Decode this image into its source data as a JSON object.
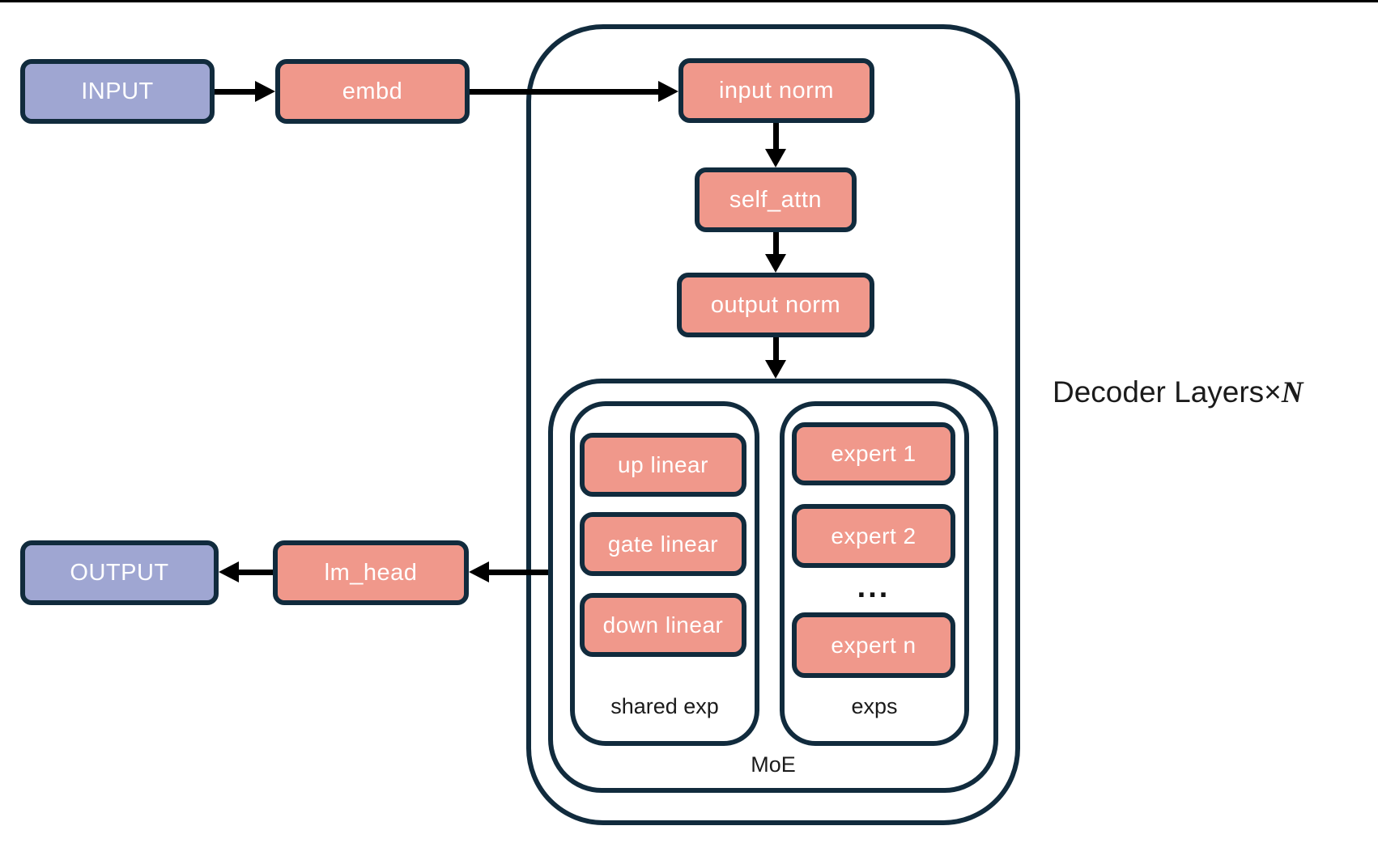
{
  "diagram": {
    "decoder_label_prefix": "Decoder Layers×",
    "decoder_label_n": "N",
    "nodes": {
      "input": {
        "label": "INPUT"
      },
      "embd": {
        "label": "embd"
      },
      "input_norm": {
        "label": "input norm"
      },
      "self_attn": {
        "label": "self_attn"
      },
      "output_norm": {
        "label": "output norm"
      },
      "up_linear": {
        "label": "up linear"
      },
      "gate_linear": {
        "label": "gate linear"
      },
      "down_linear": {
        "label": "down linear"
      },
      "expert_1": {
        "label": "expert 1"
      },
      "expert_2": {
        "label": "expert 2"
      },
      "ellipsis": {
        "label": "..."
      },
      "expert_n": {
        "label": "expert n"
      },
      "lm_head": {
        "label": "lm_head"
      },
      "output": {
        "label": "OUTPUT"
      }
    },
    "group_labels": {
      "shared_exp": "shared exp",
      "exps": "exps",
      "moe": "MoE"
    },
    "colors": {
      "io_fill": "#9FA6D2",
      "module_fill": "#F0988B",
      "border": "#112B3D",
      "arrow": "#000000",
      "label_text": "#1B1B1B",
      "box_text": "#FFFFFF"
    }
  }
}
